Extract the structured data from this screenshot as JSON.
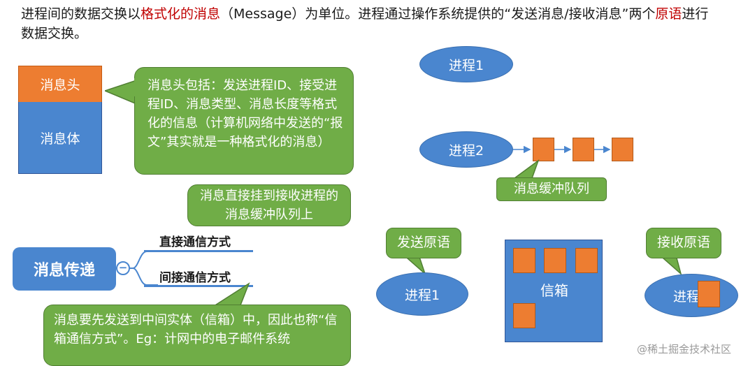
{
  "title": {
    "part1": "进程间的数据交换以",
    "highlight1": "格式化的消息",
    "part2": "（Message）为单位。进程通过操作系统提供的“发送消息/接收消息”两个",
    "highlight2": "原语",
    "part3": "进行数据交换。"
  },
  "message_structure": {
    "head": "消息头",
    "body": "消息体"
  },
  "callouts": {
    "header_desc": "消息头包括：发送进程ID、接受进程ID、消息类型、消息长度等格式化的信息（计算机网络中发送的“报文”其实就是一种格式化的消息）",
    "direct_desc": "消息直接挂到接收进程的消息缓冲队列上",
    "indirect_desc": "消息要先发送到中间实体（信箱）中，因此也称“信箱通信方式”。Eg：计网中的电子邮件系统",
    "queue": "消息缓冲队列",
    "send_primitive": "发送原语",
    "receive_primitive": "接收原语"
  },
  "mindmap": {
    "root": "消息传递",
    "collapse_symbol": "−",
    "branches": [
      "直接通信方式",
      "间接通信方式"
    ]
  },
  "processes": {
    "top": "进程1",
    "middle": "进程2",
    "sender": "进程1",
    "receiver": "进程"
  },
  "mailbox": "信箱",
  "watermark": "@稀土掘金技术社区",
  "colors": {
    "blue": "#4a86cf",
    "orange": "#ed7d31",
    "green": "#70ad47",
    "red": "#c00000"
  }
}
